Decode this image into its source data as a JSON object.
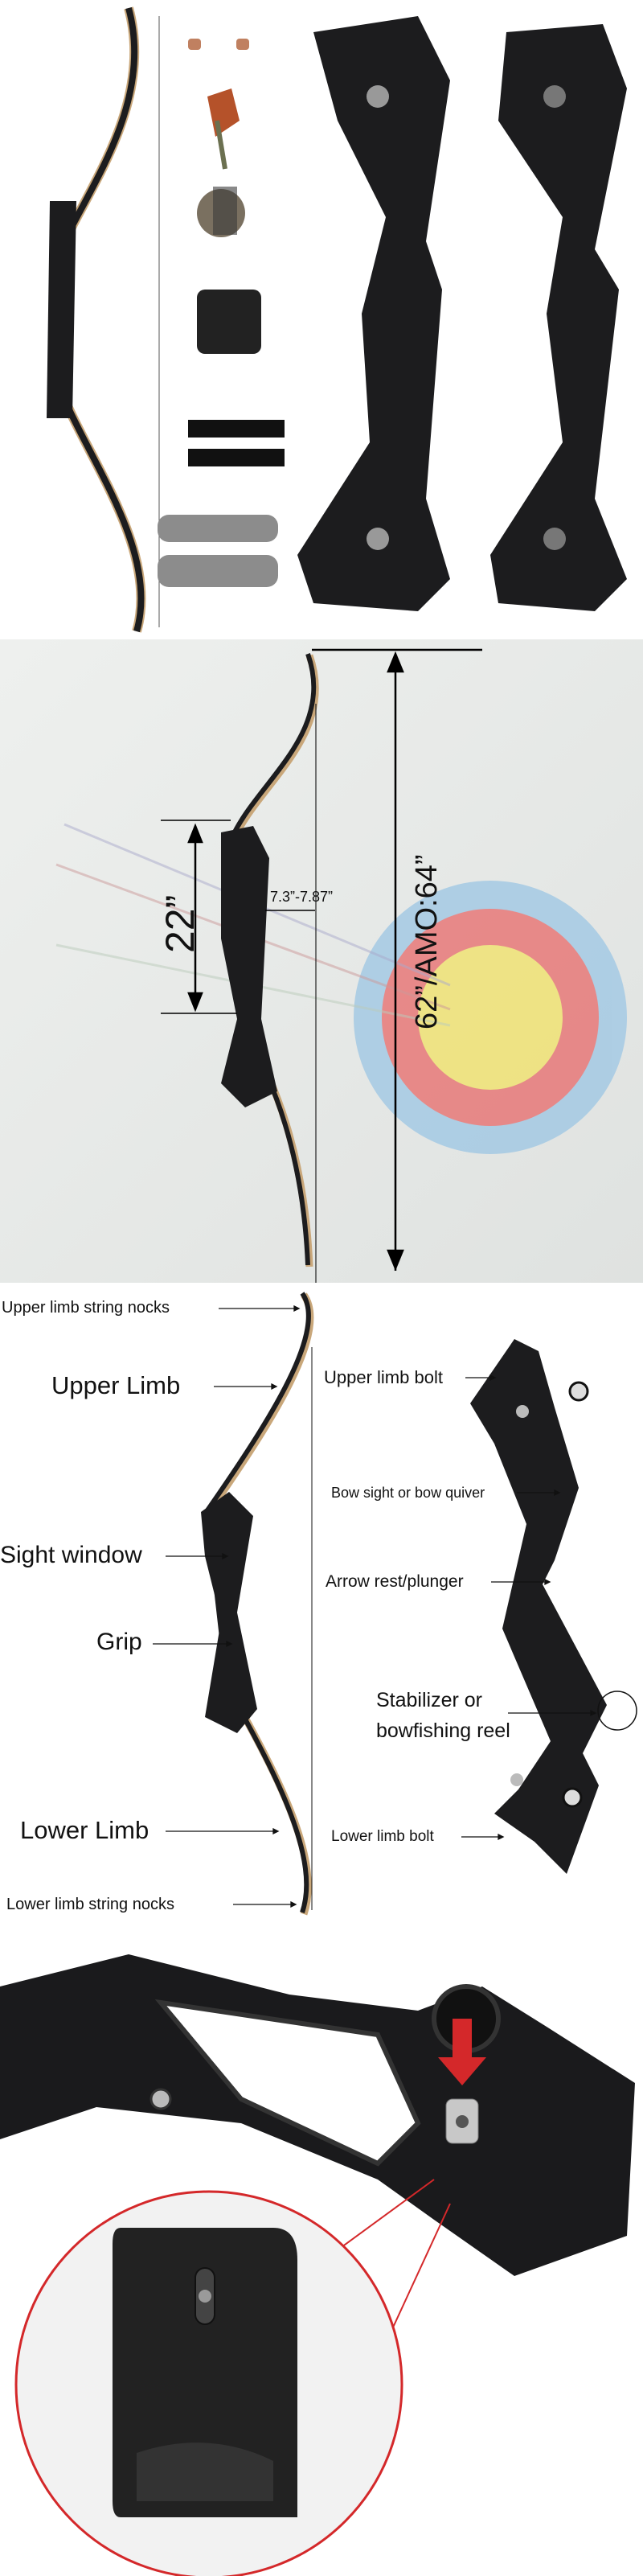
{
  "section1": {
    "name": "bow-kit-contents"
  },
  "section2": {
    "riser_length": "22”",
    "brace_height": "7.3”-7.87”",
    "bow_length": "62”/AMO:64”"
  },
  "section3": {
    "left_labels": {
      "upper_nocks": "Upper limb string nocks",
      "upper_limb": "Upper Limb",
      "sight_window": "Sight window",
      "grip": "Grip",
      "lower_limb": "Lower Limb",
      "lower_nocks": "Lower limb string nocks"
    },
    "right_labels": {
      "upper_bolt": "Upper limb bolt",
      "bow_sight": "Bow sight or bow quiver",
      "arrow_rest": "Arrow rest/plunger",
      "stabilizer_line1": "Stabilizer or",
      "stabilizer_line2": "bowfishing reel",
      "lower_bolt": "Lower limb bolt"
    }
  },
  "section4": {
    "name": "limb-bolt-closeup"
  },
  "colors": {
    "riser": "#1c1c1e",
    "limb_wood": "#c9a77a",
    "accent_red": "#d4282a"
  }
}
